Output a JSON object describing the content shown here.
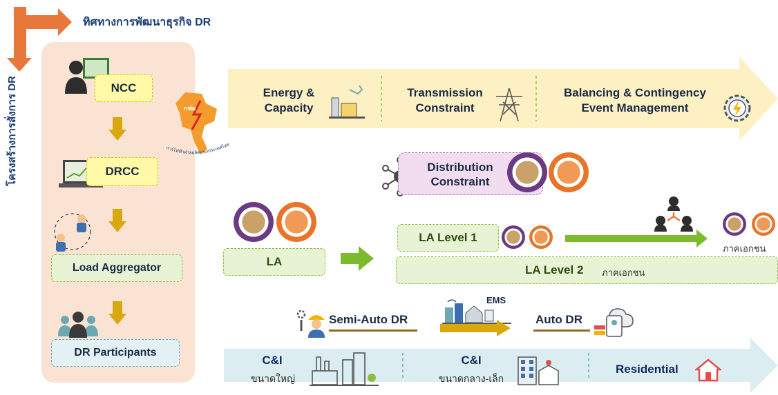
{
  "axes": {
    "horizontal_title": "ทิศทางการพัฒนาธุรกิจ DR",
    "vertical_title": "โครงสร้างการสั่งการ DR"
  },
  "command_chain": {
    "ncc": "NCC",
    "drcc": "DRCC",
    "load_aggregator": "Load Aggregator",
    "dr_participants": "DR Participants"
  },
  "top_band": {
    "energy_capacity": "Energy &\nCapacity",
    "transmission_constraint": "Transmission\nConstraint",
    "balancing": "Balancing & Contingency\nEvent Management"
  },
  "egat_logo_text": {
    "abbrev": "กฟผ",
    "arc": "การไฟฟ้าฝ่ายผลิตแห่งประเทศไทย"
  },
  "middle": {
    "distribution_constraint": "Distribution\nConstraint",
    "la": "LA",
    "la_level1": "LA Level 1",
    "la_level2": "LA Level 2",
    "la_level2_suffix": "ภาคเอกชน",
    "private_sector": "ภาคเอกชน"
  },
  "automation": {
    "semi_auto": "Semi-Auto DR",
    "ems": "EMS",
    "auto": "Auto DR"
  },
  "bottom_band": {
    "ci_large_title": "C&I",
    "ci_large_sub": "ขนาดใหญ่",
    "ci_small_title": "C&I",
    "ci_small_sub": "ขนาดกลาง-เล็ก",
    "residential": "Residential"
  },
  "colors": {
    "orange_axis": "#e8783a",
    "left_panel": "#fbe3d4",
    "top_band": "#fdf1c4",
    "bottom_band": "#dcedf1",
    "green_arrow": "#7dbb2d",
    "gold_arrow": "#d9a80f"
  }
}
